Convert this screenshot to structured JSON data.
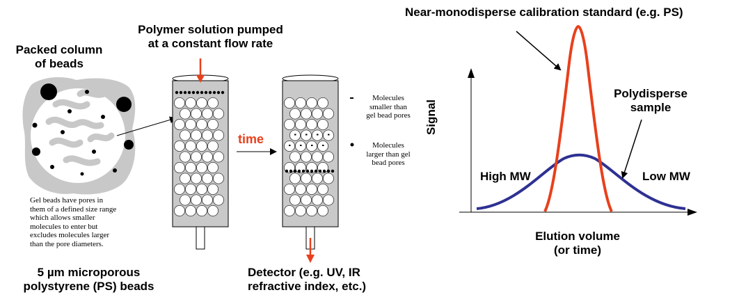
{
  "left_panel": {
    "bead_label": "Packed column\nof beads",
    "bead_description": "Gel beads have pores in\nthem of a defined size range\nwhich allows smaller\nmolecules to enter but\nexcludes molecules larger\nthan the pore diameters.",
    "bead_caption": "5 µm microporous\npolystyrene (PS) beads"
  },
  "column_panel": {
    "pump_label": "Polymer solution pumped\nat a constant flow rate",
    "time_label": "time",
    "small_molecules_label": "Molecules\nsmaller than\ngel bead pores",
    "large_molecules_label": "Molecules\nlarger than gel\nbead pores",
    "detector_label": "Detector (e.g. UV, IR\nrefractive index, etc.)"
  },
  "chart_panel": {
    "standard_label": "Near-monodisperse calibration standard (e.g. PS)",
    "polydisperse_label": "Polydisperse\nsample",
    "high_mw_label": "High MW",
    "low_mw_label": "Low MW",
    "y_label": "Signal",
    "x_label": "Elution volume\n(or time)"
  },
  "colors": {
    "accent_red": "#e8401c",
    "curve_blue": "#2e3192",
    "bead_gray": "#c8c8c8"
  }
}
